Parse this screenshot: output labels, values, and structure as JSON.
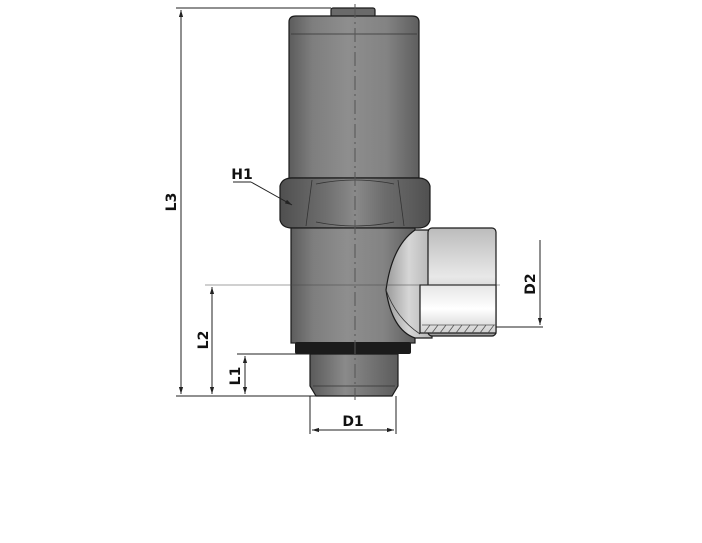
{
  "drawing": {
    "labels": {
      "l3": "L3",
      "l2": "L2",
      "l1": "L1",
      "d1": "D1",
      "d2": "D2",
      "h1": "H1"
    }
  }
}
